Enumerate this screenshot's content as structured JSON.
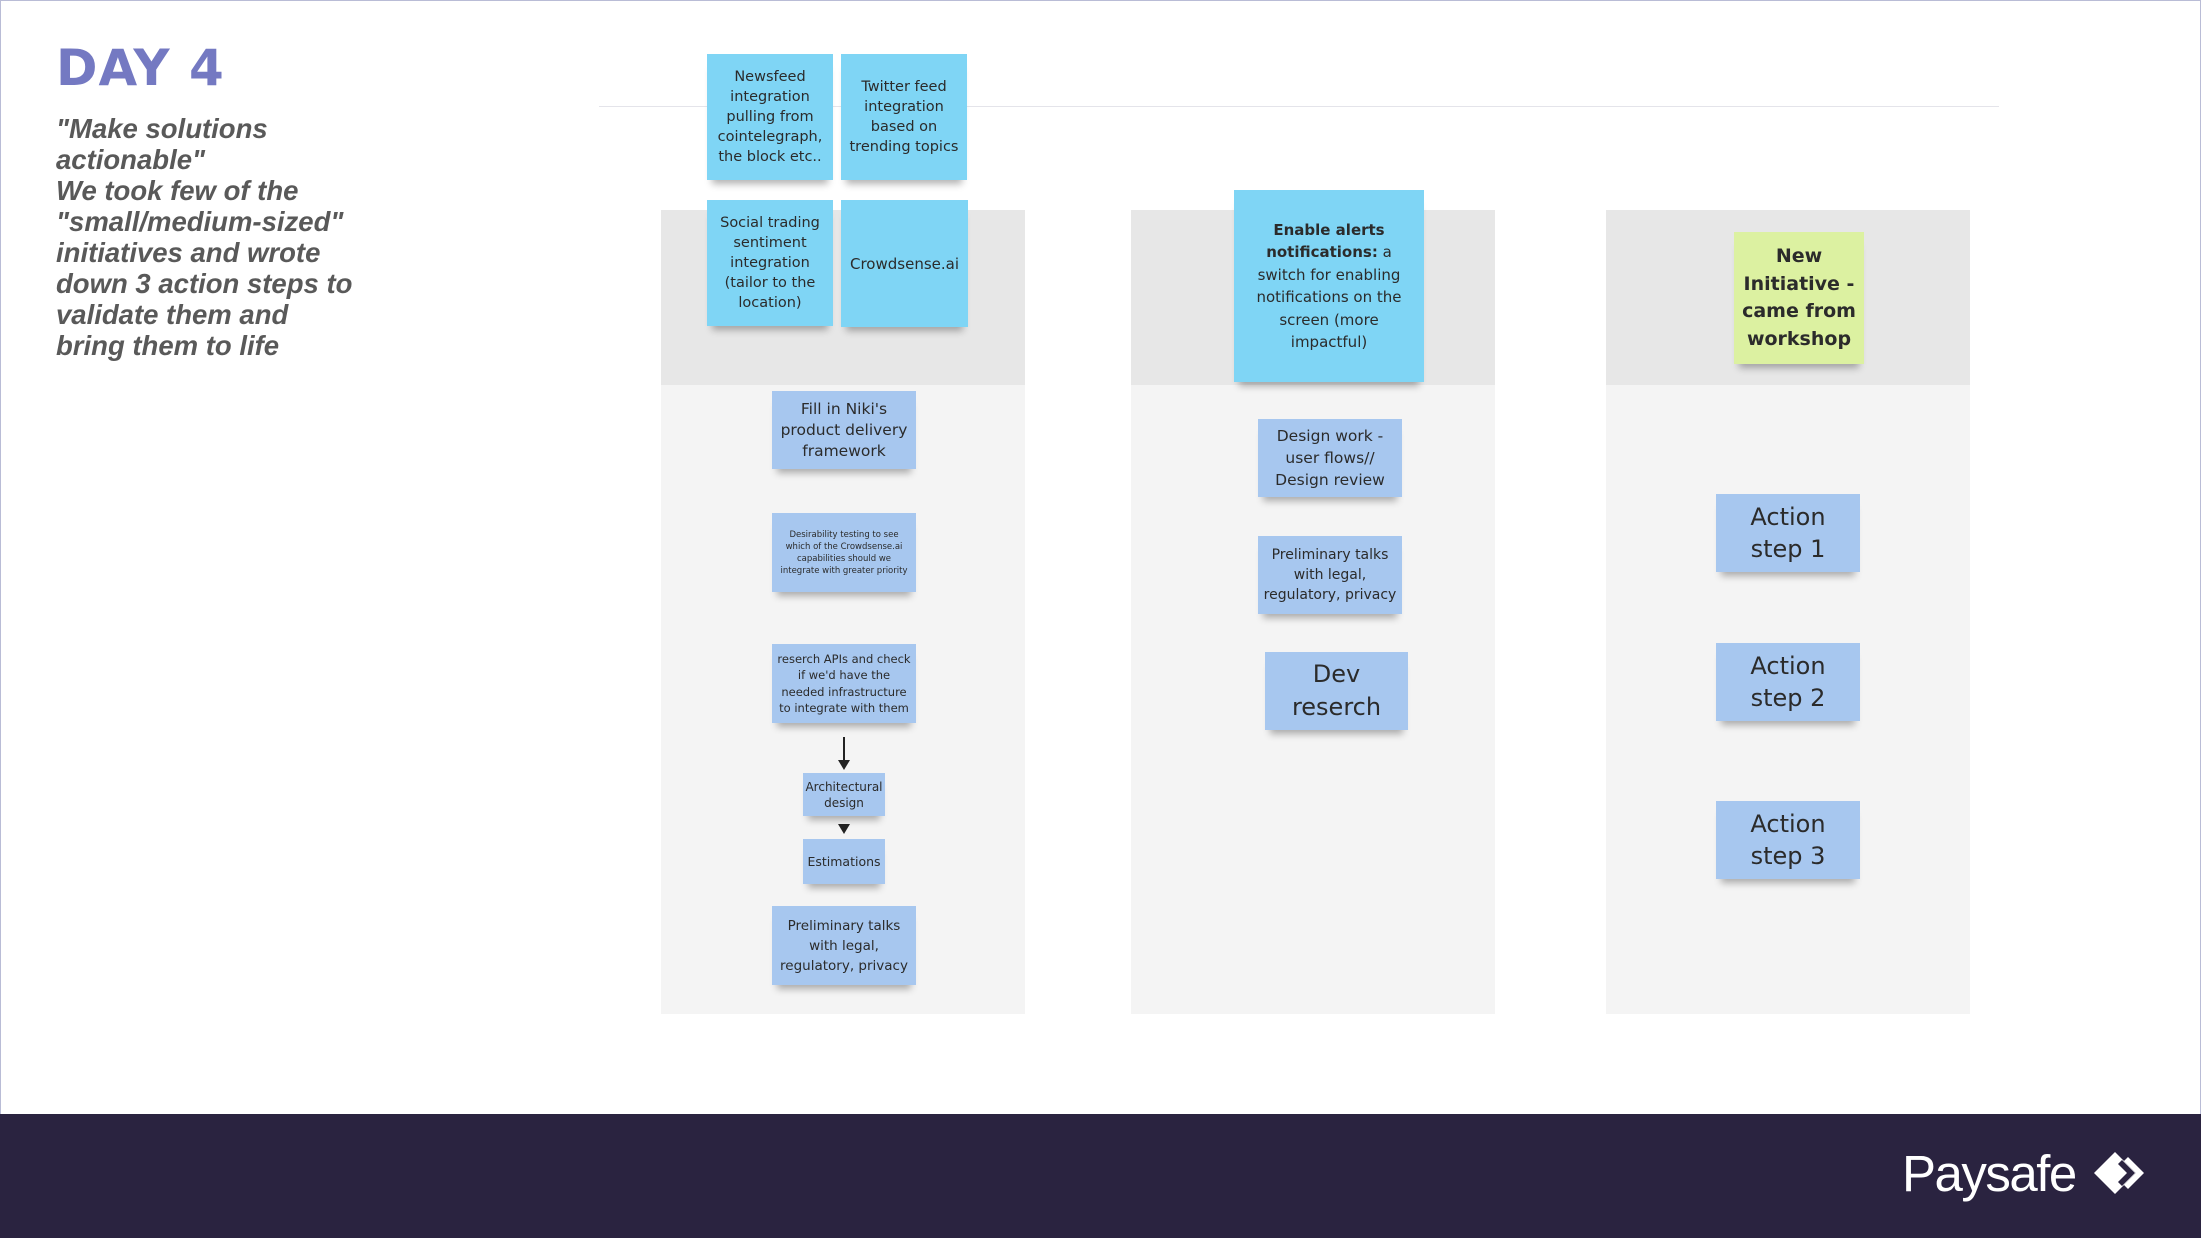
{
  "slide": {
    "title": "DAY 4",
    "subtitle_lines": [
      "\"Make solutions actionable\"",
      "We took few of the \"small/medium-sized\" initiatives and wrote down 3 action steps to validate them and bring them to life"
    ]
  },
  "columns": [
    {
      "ideas": [
        "Newsfeed integration pulling from cointelegraph, the block etc..",
        "Twitter feed integration based on trending topics",
        "Social trading sentiment integration (tailor to the location)",
        "Crowdsense.ai"
      ],
      "steps": [
        "Fill in Niki's product delivery framework",
        "Desirability testing to see which of the Crowdsense.ai capabilities should we integrate with greater priority",
        "reserch APIs and check if we'd have the needed infrastructure to integrate with them",
        "Architectural design",
        "Estimations",
        "Preliminary talks with legal, regulatory, privacy"
      ]
    },
    {
      "idea_bold": "Enable alerts notifications:",
      "idea_rest": " a switch for enabling notifications on the screen (more impactful)",
      "steps": [
        "Design work - user flows// Design review",
        "Preliminary talks with legal, regulatory, privacy",
        "Dev reserch"
      ]
    },
    {
      "idea": "New Initiative - came from workshop",
      "steps": [
        "Action step 1",
        "Action step 2",
        "Action step 3"
      ]
    }
  ],
  "footer": {
    "logo_text": "Paysafe"
  },
  "colors": {
    "title": "#7479c2",
    "footer_bg": "#2a2340",
    "sticky_cyan": "#7fd5f5",
    "sticky_blue": "#a7c7ef",
    "sticky_lime": "#dcf1a1"
  }
}
